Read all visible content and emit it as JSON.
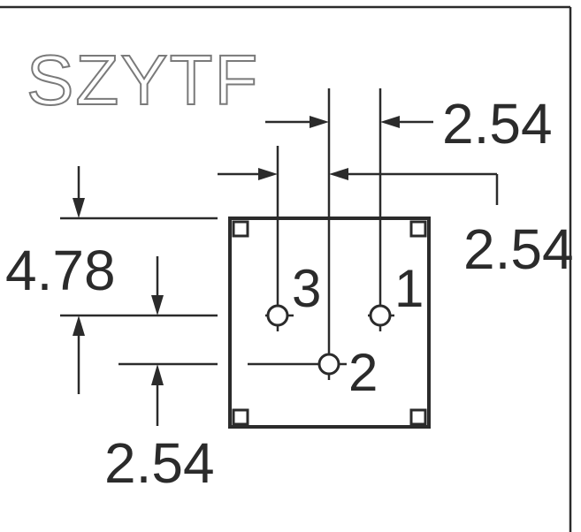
{
  "logo": {
    "text": "SZYTF"
  },
  "dimensions": {
    "top_right_pitch": "2.54",
    "right_pitch": "2.54",
    "height": "4.78",
    "bottom_pitch": "2.54"
  },
  "pins": {
    "pin1": "1",
    "pin2": "2",
    "pin3": "3"
  }
}
